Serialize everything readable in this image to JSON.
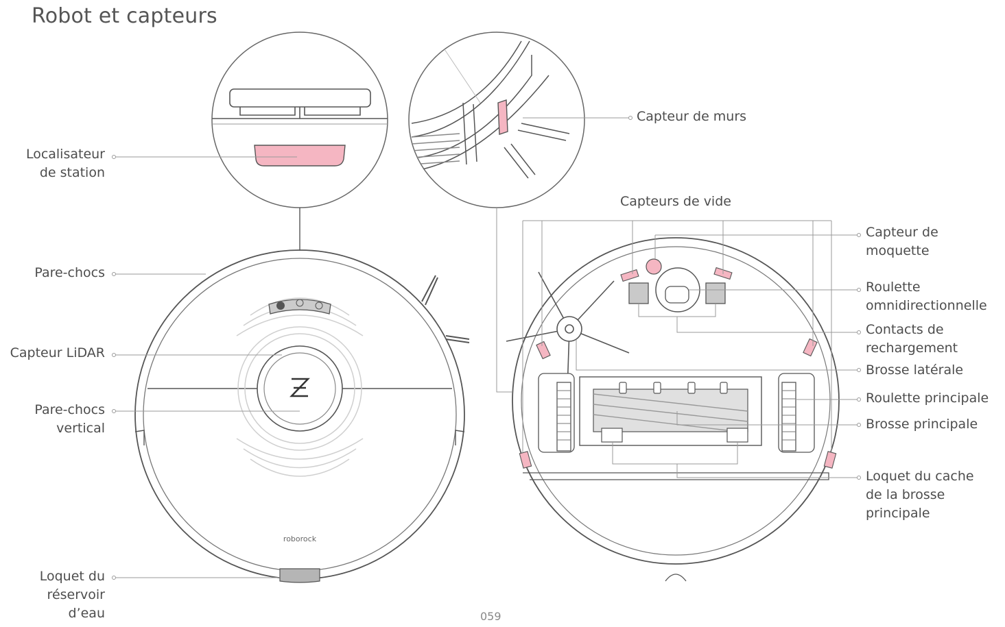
{
  "title": "Robot et capteurs",
  "page_number": "059",
  "brand_mark": "roborock",
  "colors": {
    "accent_pink": "#f0aab8",
    "line": "#555555",
    "light_line": "#bdbdbd"
  },
  "labels": {
    "station_locator": [
      "Localisateur",
      "de station"
    ],
    "bumper": [
      "Pare-chocs"
    ],
    "lidar": [
      "Capteur LiDAR"
    ],
    "vertical_bumper": [
      "Pare-chocs",
      "vertical"
    ],
    "water_tank_latch": [
      "Loquet du",
      "réservoir",
      "d’eau"
    ],
    "wall_sensor": [
      "Capteur de murs"
    ],
    "cliff_sensors": [
      "Capteurs de vide"
    ],
    "carpet_sensor": [
      "Capteur de",
      "moquette"
    ],
    "omni_wheel": [
      "Roulette",
      "omnidirectionnelle"
    ],
    "charging_contacts": [
      "Contacts de",
      "rechargement"
    ],
    "side_brush": [
      "Brosse latérale"
    ],
    "main_wheel": [
      "Roulette principale"
    ],
    "main_brush": [
      "Brosse principale"
    ],
    "main_brush_cover_latch": [
      "Loquet du cache",
      "de la brosse",
      "principale"
    ]
  }
}
